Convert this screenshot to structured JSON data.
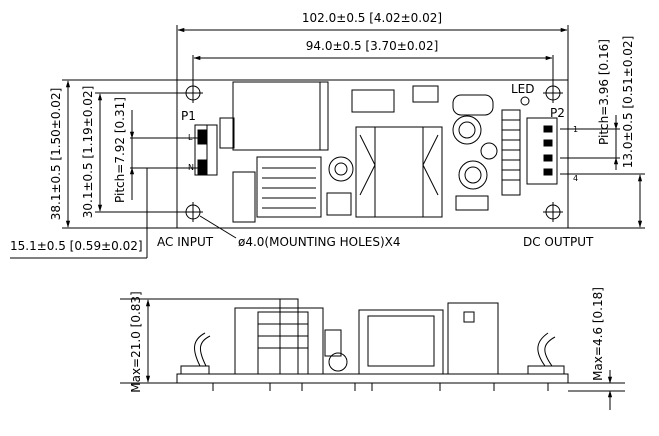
{
  "top_view": {
    "overall_width_dim": "102.0±0.5  [4.02±0.02]",
    "hole_spacing_x_dim": "94.0±0.5  [3.70±0.02]",
    "overall_height_dim": "38.1±0.5  [1.50±0.02]",
    "hole_spacing_y_dim": "30.1±0.5  [1.19±0.02]",
    "p1_pitch_dim": "Pitch=7.92  [0.31]",
    "p2_pitch_dim": "Pitch=3.96  [0.16]",
    "p2_offset_dim": "13.0±0.5  [0.51±0.02]",
    "p1_offset_dim": "15.1±0.5  [0.59±0.02]",
    "connector_p1_label": "P1",
    "connector_p2_label": "P2",
    "led_label": "LED",
    "pin_l_label": "L",
    "pin_n_label": "N",
    "pin_1_label": "1",
    "pin_4_label": "4",
    "ac_input_label": "AC  INPUT",
    "mounting_holes_label": "ø4.0(MOUNTING  HOLES)X4",
    "dc_output_label": "DC  OUTPUT"
  },
  "side_view": {
    "max_height_dim": "Max=21.0  [0.83]",
    "board_thickness_dim": "Max=4.6  [0.18]"
  }
}
